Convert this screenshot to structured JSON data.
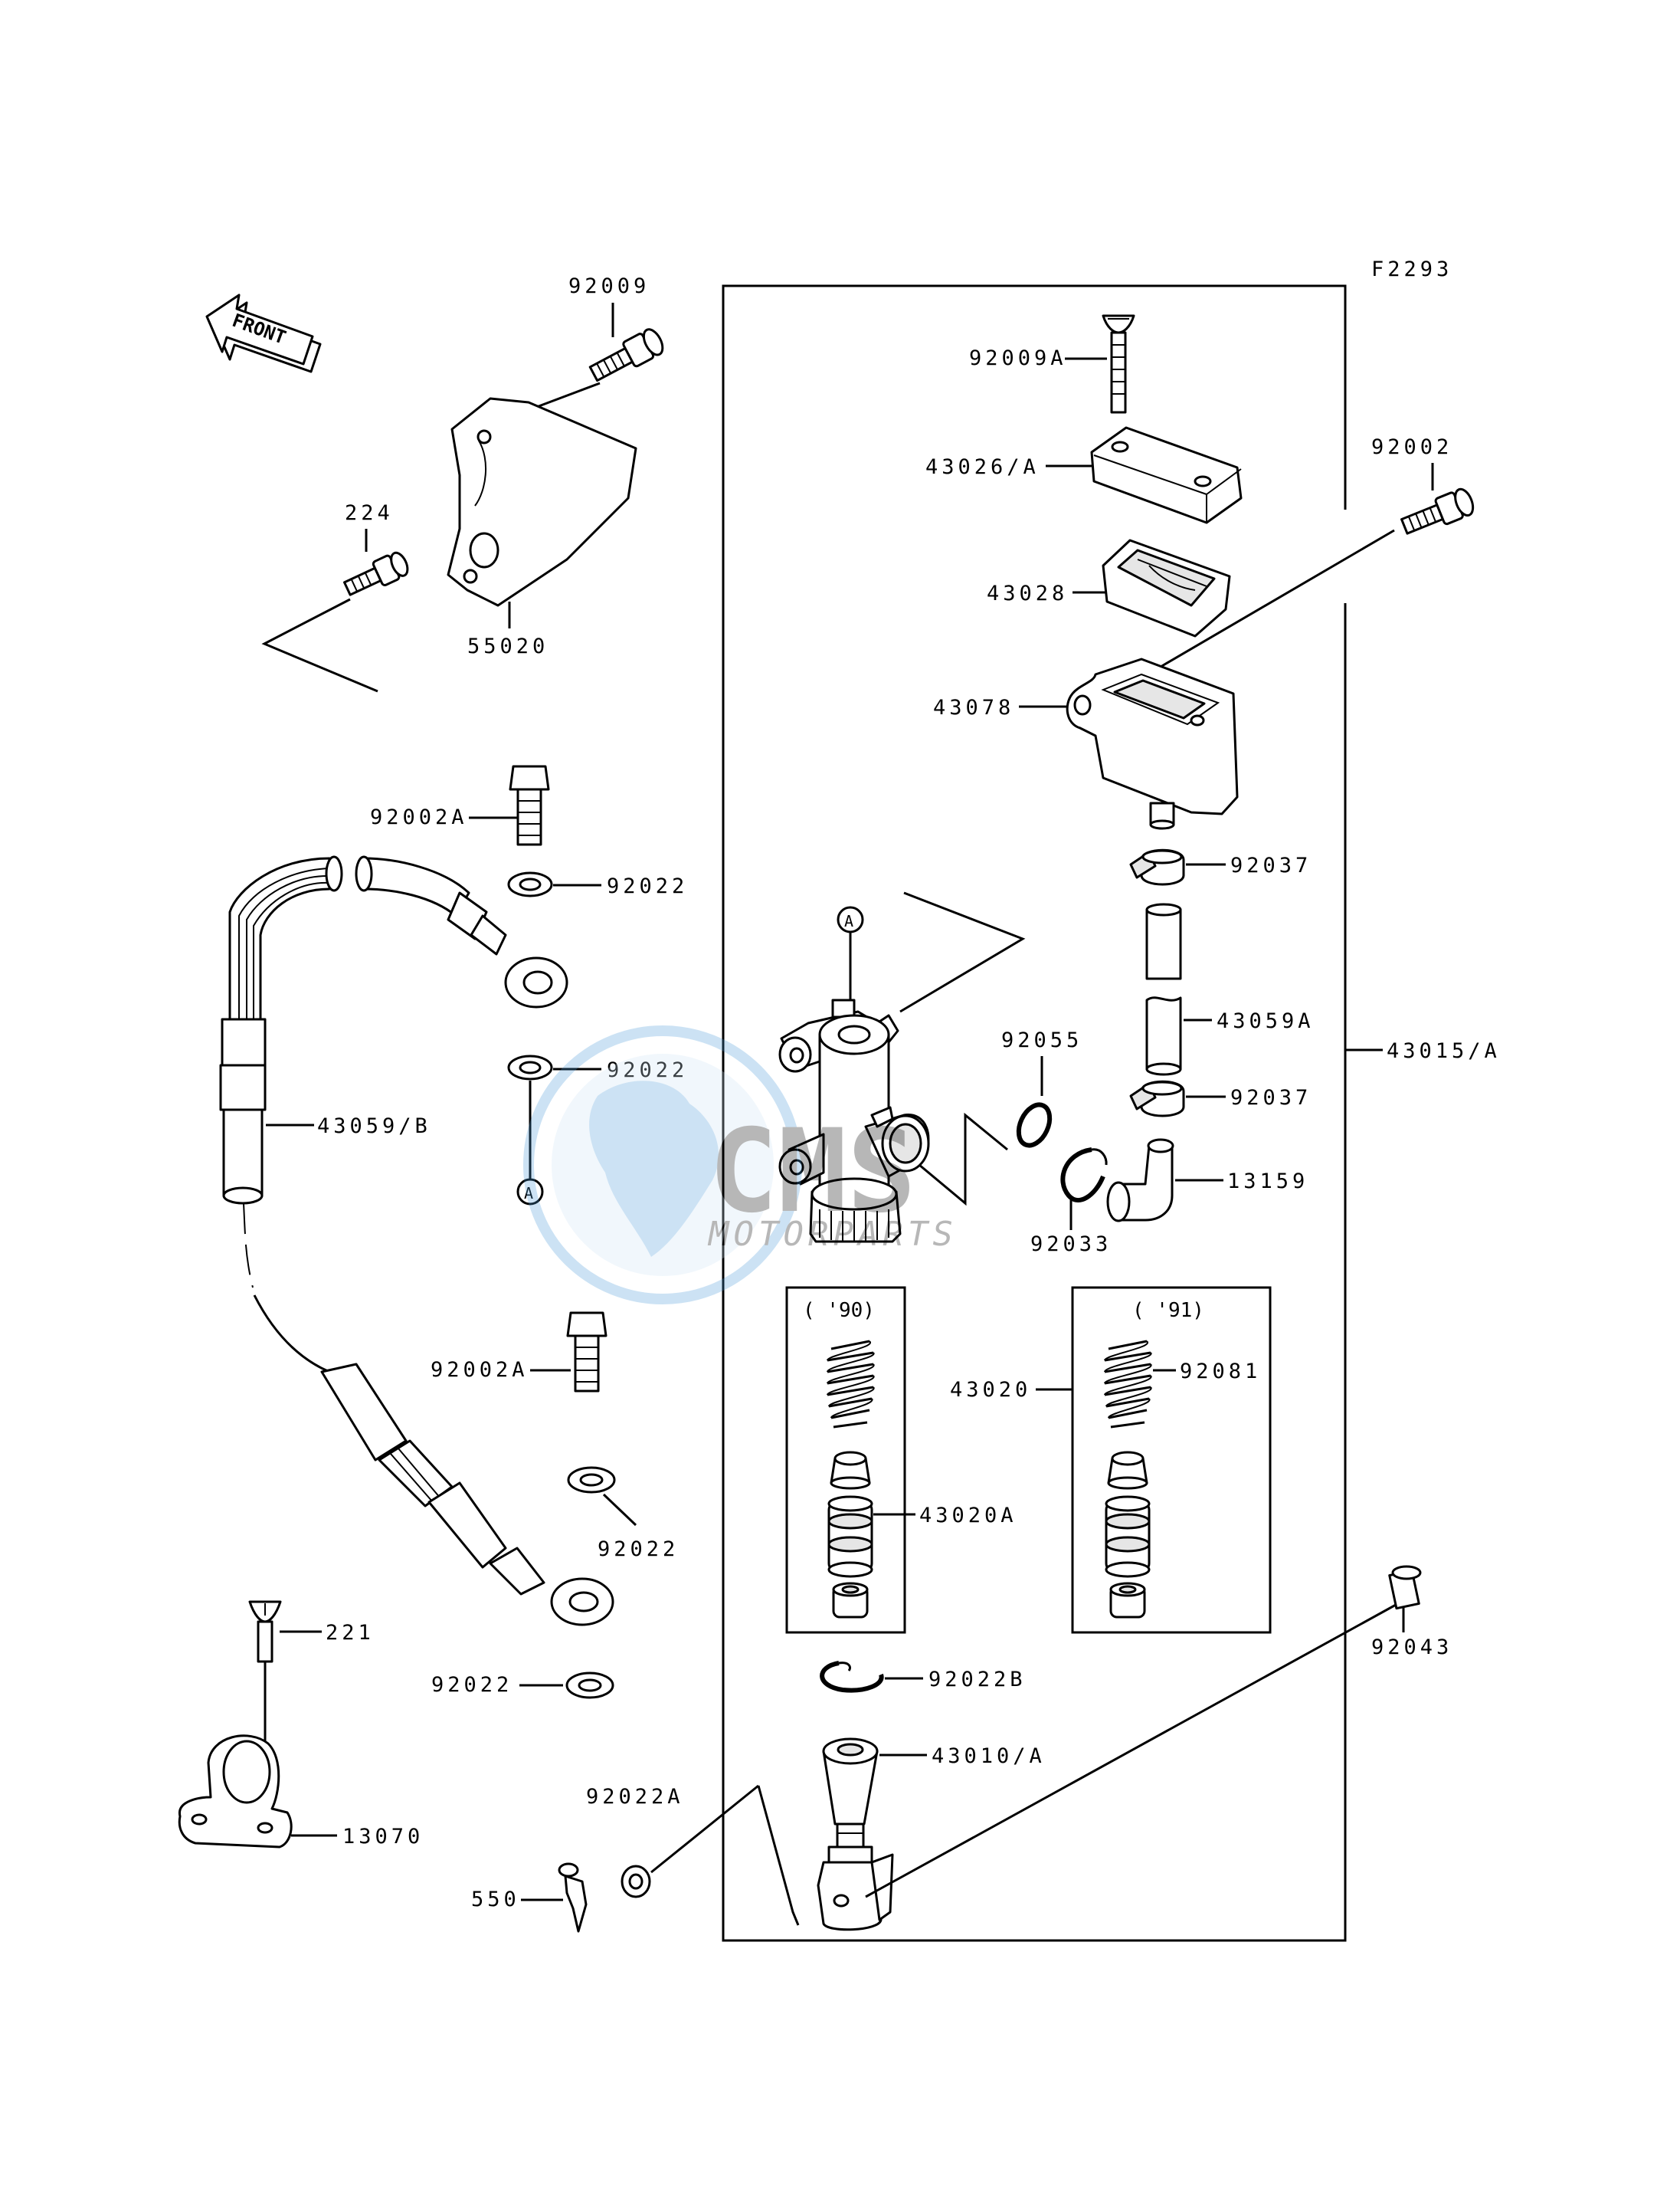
{
  "figure_code": "F2293",
  "front_arrow_text": "FRONT",
  "ref_marker": "A",
  "watermark": {
    "brand": "CMS",
    "sub": "MOTORPARTS"
  },
  "year_groups": [
    "( '90)",
    "( '91)"
  ],
  "labels": {
    "p92009": "92009",
    "p224": "224",
    "p55020": "55020",
    "p92002A_top": "92002A",
    "p92022_a": "92022",
    "p92022_b": "92022",
    "p43059B": "43059/B",
    "p92002A_mid": "92002A",
    "p92022_c": "92022",
    "p92022_d": "92022",
    "p221": "221",
    "p13070": "13070",
    "p550": "550",
    "p92022A": "92022A",
    "p92009A": "92009A",
    "p43026A": "43026/A",
    "p43028": "43028",
    "p43078": "43078",
    "p92002": "92002",
    "p92037_a": "92037",
    "p43059A": "43059A",
    "p92037_b": "92037",
    "p13159": "13159",
    "p92055": "92055",
    "p92033": "92033",
    "p43015A": "43015/A",
    "p43020": "43020",
    "p43020A": "43020A",
    "p92081": "92081",
    "p92043": "92043",
    "p92022B": "92022B",
    "p43010A": "43010/A"
  }
}
